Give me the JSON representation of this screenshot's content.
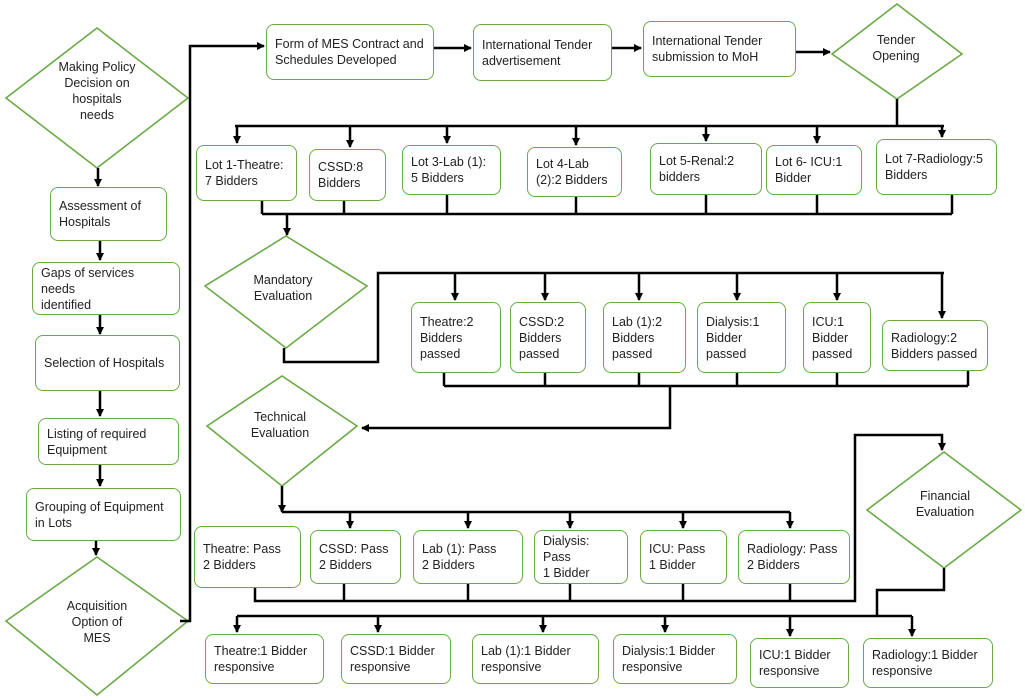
{
  "nodes": {
    "policy": "Making Policy\nDecision on\nhospitals\nneeds",
    "assessment": "Assessment of\nHospitals",
    "gaps": "Gaps of services needs\nidentified",
    "selection": "Selection of Hospitals",
    "listing": "Listing of required\nEquipment",
    "grouping": "Grouping of Equipment\nin Lots",
    "acquisition": "Acquisition\nOption of\nMES",
    "form": "Form of MES Contract and\nSchedules Developed",
    "advert": "International Tender\nadvertisement",
    "submission": "International Tender\nsubmission to MoH",
    "opening": "Tender\nOpening",
    "lot1": "Lot 1-Theatre:\n7 Bidders",
    "lot2": "CSSD:8\nBidders",
    "lot3": "Lot 3-Lab (1):\n5 Bidders",
    "lot4": "Lot 4-Lab\n(2):2 Bidders",
    "lot5": "Lot 5-Renal:2\nbidders",
    "lot6": "Lot 6- ICU:1\nBidder",
    "lot7": "Lot 7-Radiology:5\nBidders",
    "mandatory": "Mandatory\nEvaluation",
    "m1": "Theatre:2\nBidders\npassed",
    "m2": "CSSD:2\nBidders\npassed",
    "m3": "Lab (1):2\nBidders\npassed",
    "m4": "Dialysis:1\nBidder\npassed",
    "m5": "ICU:1\nBidder\npassed",
    "m6": "Radiology:2\nBidders passed",
    "technical": "Technical\nEvaluation",
    "t1": "Theatre: Pass\n2 Bidders",
    "t2": "CSSD: Pass\n2 Bidders",
    "t3": "Lab (1): Pass\n2 Bidders",
    "t4": "Dialysis: Pass\n1 Bidder",
    "t5": "ICU: Pass\n1 Bidder",
    "t6": "Radiology: Pass\n2 Bidders",
    "financial": "Financial\nEvaluation",
    "f1": "Theatre:1 Bidder\nresponsive",
    "f2": "CSSD:1 Bidder\nresponsive",
    "f3": "Lab (1):1 Bidder\nresponsive",
    "f4": "Dialysis:1 Bidder\nresponsive",
    "f5": "ICU:1 Bidder\nresponsive",
    "f6": "Radiology:1 Bidder\nresponsive"
  }
}
